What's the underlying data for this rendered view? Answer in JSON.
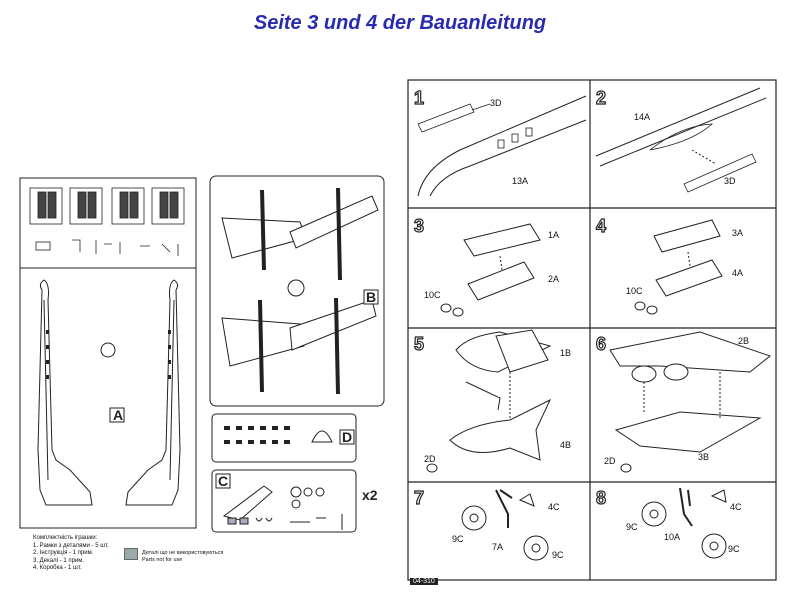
{
  "page": {
    "title": "Seite 3 und 4 der Bauanleitung",
    "x2": "x2",
    "code": "04-310"
  },
  "sprues": {
    "A": "A",
    "B": "B",
    "C": "C",
    "D": "D"
  },
  "legend": {
    "heading": "Комплектність іграшки:",
    "items": [
      "1. Рамки з деталями - 5 шт.",
      "2. Інструкція - 1 прим.",
      "3. Декалі - 1 прим.",
      "4. Коробка - 1 шт."
    ]
  },
  "note": {
    "line1": "Деталі що не використовуються",
    "line2": "Parts not for use"
  },
  "steps": [
    {
      "num": "1",
      "labels": [
        "3D",
        "13A"
      ]
    },
    {
      "num": "2",
      "labels": [
        "14A",
        "3D"
      ]
    },
    {
      "num": "3",
      "labels": [
        "1A",
        "2A",
        "10C"
      ]
    },
    {
      "num": "4",
      "labels": [
        "3A",
        "4A",
        "10C"
      ]
    },
    {
      "num": "5",
      "labels": [
        "1B",
        "4B",
        "2D"
      ]
    },
    {
      "num": "6",
      "labels": [
        "2B",
        "3B",
        "2D"
      ]
    },
    {
      "num": "7",
      "labels": [
        "4C",
        "9C",
        "7A",
        "9C"
      ]
    },
    {
      "num": "8",
      "labels": [
        "4C",
        "9C",
        "10A",
        "9C"
      ]
    }
  ]
}
